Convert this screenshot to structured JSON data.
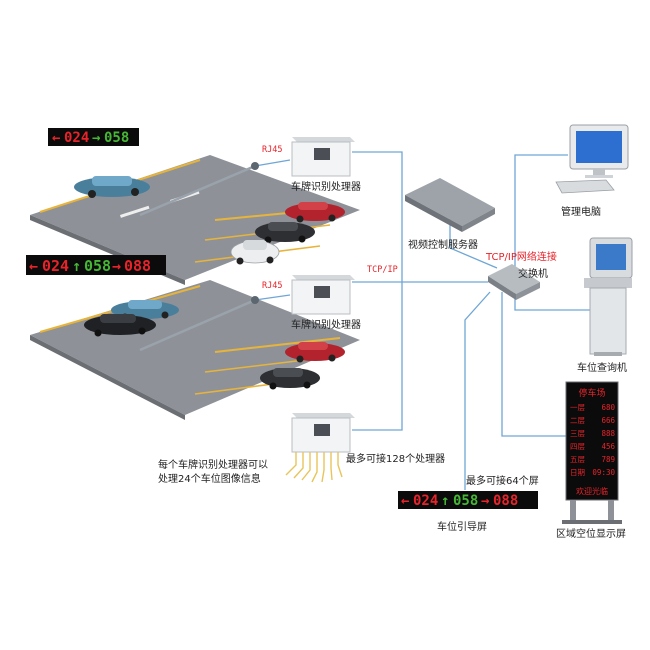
{
  "labels": {
    "rj45_top": "RJ45",
    "rj45_mid": "RJ45",
    "processor_top": "车牌识别处理器",
    "processor_mid": "车牌识别处理器",
    "video_server": "视频控制服务器",
    "tcpip": "TCP/IP",
    "tcpip_conn": "TCP/IP网络连接",
    "switch": "交换机",
    "mgmt_pc": "管理电脑",
    "query_kiosk": "车位查询机",
    "max_processors": "最多可接128个处理器",
    "max_screens": "最多可接64个屏",
    "note_line1": "每个车牌识别处理器可以",
    "note_line2": "处理24个车位图像信息",
    "guide_screen": "车位引导屏",
    "zone_screen": "区域空位显示屏"
  },
  "led_top": {
    "a": "024",
    "b": "058"
  },
  "led_mid": {
    "a": "024",
    "b": "058",
    "c": "088"
  },
  "led_bottom": {
    "a": "024",
    "b": "058",
    "c": "088"
  },
  "zone_display": {
    "title": "停车场",
    "rows": [
      {
        "name": "一层",
        "val": "680"
      },
      {
        "name": "二层",
        "val": "666"
      },
      {
        "name": "三层",
        "val": "888"
      },
      {
        "name": "四层",
        "val": "456"
      },
      {
        "name": "五层",
        "val": "789"
      },
      {
        "name": "日期",
        "val": "09:30"
      }
    ],
    "footer": "欢迎光临"
  },
  "colors": {
    "red_led": "#e8232a",
    "green_led": "#46b735",
    "line": "#6fa6d6"
  }
}
